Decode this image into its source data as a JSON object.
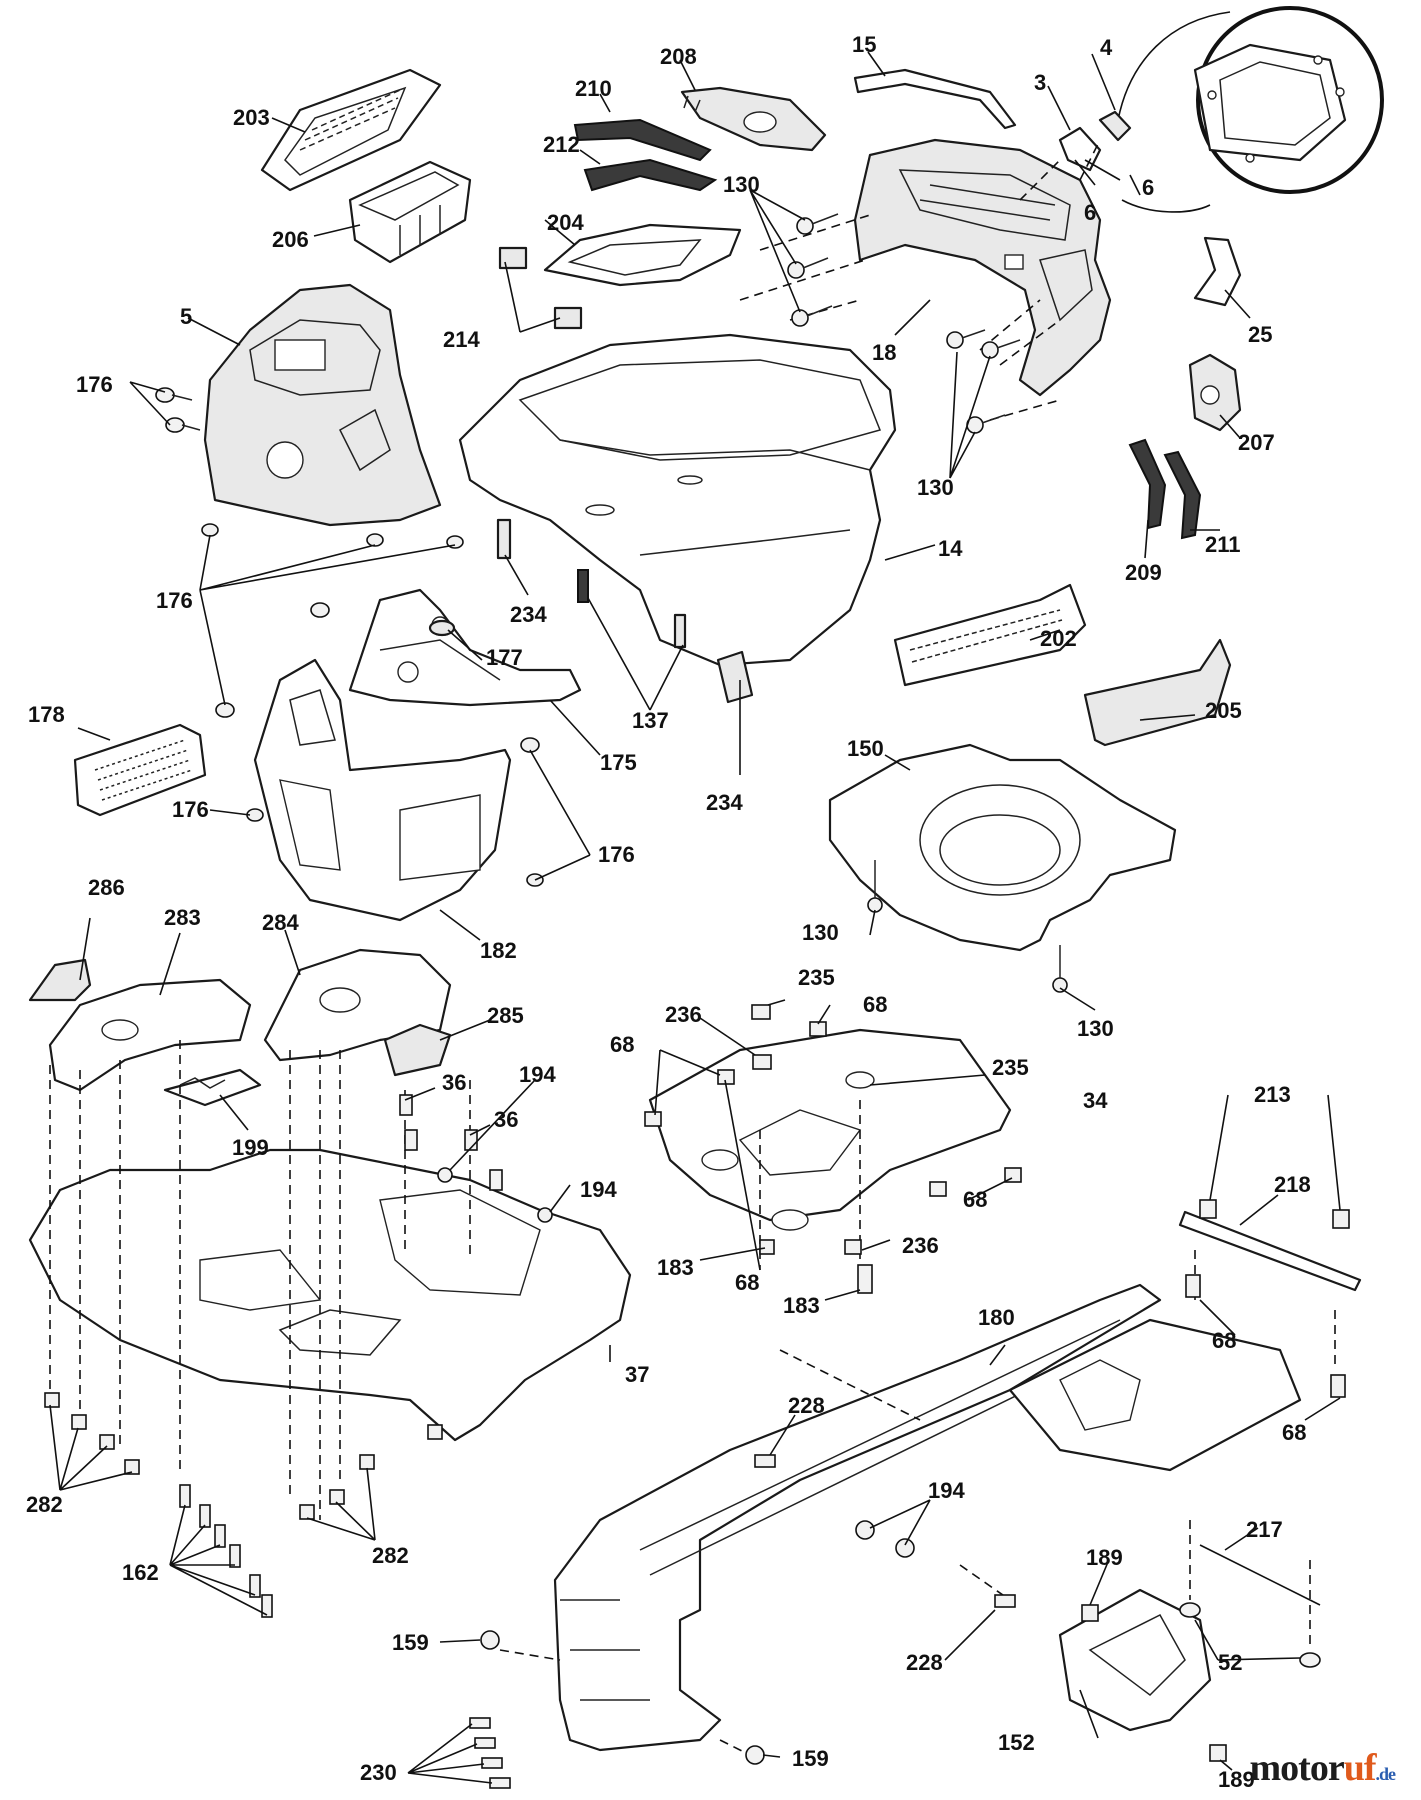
{
  "callouts": {
    "c203": "203",
    "c206": "206",
    "c210": "210",
    "c212": "212",
    "c208": "208",
    "c15": "15",
    "c3": "3",
    "c4": "4",
    "c6a": "6",
    "c6b": "6",
    "c130a": "130",
    "c204": "204",
    "c214": "214",
    "c18": "18",
    "c25": "25",
    "c5": "5",
    "c176a": "176",
    "c207": "207",
    "c130b": "130",
    "c209": "209",
    "c211": "211",
    "c176b": "176",
    "c234a": "234",
    "c14": "14",
    "c177": "177",
    "c202": "202",
    "c178": "178",
    "c137": "137",
    "c175": "175",
    "c205": "205",
    "c150": "150",
    "c176c": "176",
    "c176d": "176",
    "c234b": "234",
    "c130c": "130",
    "c182": "182",
    "c130d": "130",
    "c286": "286",
    "c283": "283",
    "c284": "284",
    "c285": "285",
    "c235a": "235",
    "c236a": "236",
    "c68a": "68",
    "c68b": "68",
    "c36a": "36",
    "c194a": "194",
    "c235b": "235",
    "c34": "34",
    "c199": "199",
    "c36b": "36",
    "c213": "213",
    "c194b": "194",
    "c218": "218",
    "c68c": "68",
    "c183a": "183",
    "c68d": "68",
    "c236b": "236",
    "c183b": "183",
    "c68e": "68",
    "c180": "180",
    "c37": "37",
    "c228a": "228",
    "c68f": "68",
    "c194c": "194",
    "c282a": "282",
    "c282b": "282",
    "c162": "162",
    "c217": "217",
    "c189a": "189",
    "c52": "52",
    "c159a": "159",
    "c228b": "228",
    "c152": "152",
    "c159b": "159",
    "c189b": "189",
    "c230": "230"
  },
  "watermark": {
    "main": "motor",
    "accent": "uf",
    "tld": ".de"
  }
}
